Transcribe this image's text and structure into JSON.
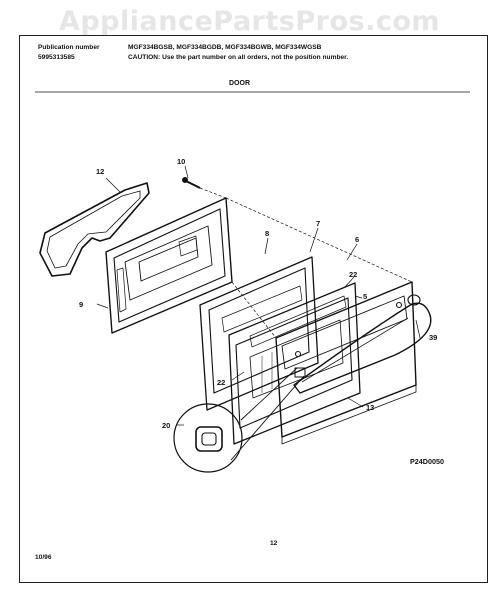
{
  "watermark": "AppliancePartsPros.com",
  "header": {
    "publication_label": "Publication number",
    "publication_number": "5995313585",
    "models": "MGF334BGSB, MGF334BGDB, MGF334BGWB, MGF334WGSB",
    "caution": "CAUTION:  Use the part number on all orders, not the position number."
  },
  "section_title": "DOOR",
  "callouts": [
    "12",
    "10",
    "7",
    "8",
    "6",
    "22",
    "5",
    "9",
    "39",
    "22",
    "13",
    "20"
  ],
  "diagram_code": "P24D0050",
  "footer": {
    "date": "10/96",
    "page": "12"
  }
}
